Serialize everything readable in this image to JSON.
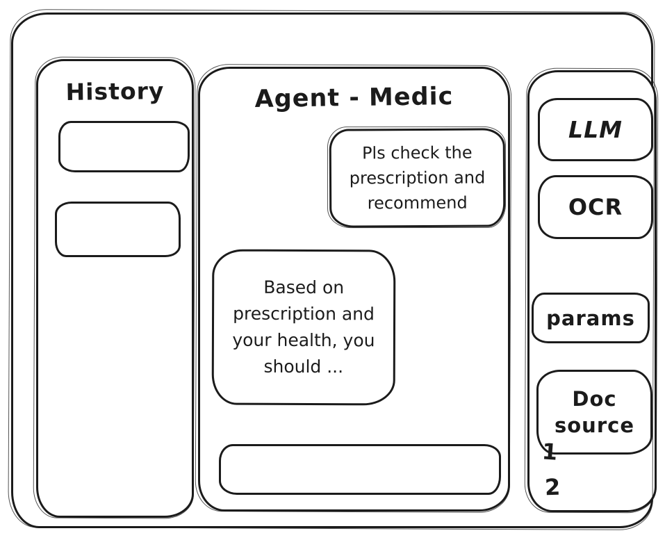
{
  "app": {
    "ink_color": "#1b1b1b",
    "background_color": "#ffffff",
    "style": "hand-drawn wireframe"
  },
  "history_panel": {
    "title": "History",
    "items": [
      {
        "label": ""
      },
      {
        "label": ""
      }
    ]
  },
  "chat_panel": {
    "title": "Agent - Medic",
    "messages": [
      {
        "role": "user",
        "text": "Pls check the prescription and recommend"
      },
      {
        "role": "assistant",
        "text": "Based on prescription and your health, you should ..."
      }
    ],
    "input": {
      "value": "",
      "placeholder": ""
    }
  },
  "tools_panel": {
    "buttons": [
      {
        "label": "LLM"
      },
      {
        "label": "OCR"
      },
      {
        "label": "params"
      },
      {
        "label": "Doc source"
      }
    ],
    "doc_list": [
      "1",
      "2"
    ]
  }
}
